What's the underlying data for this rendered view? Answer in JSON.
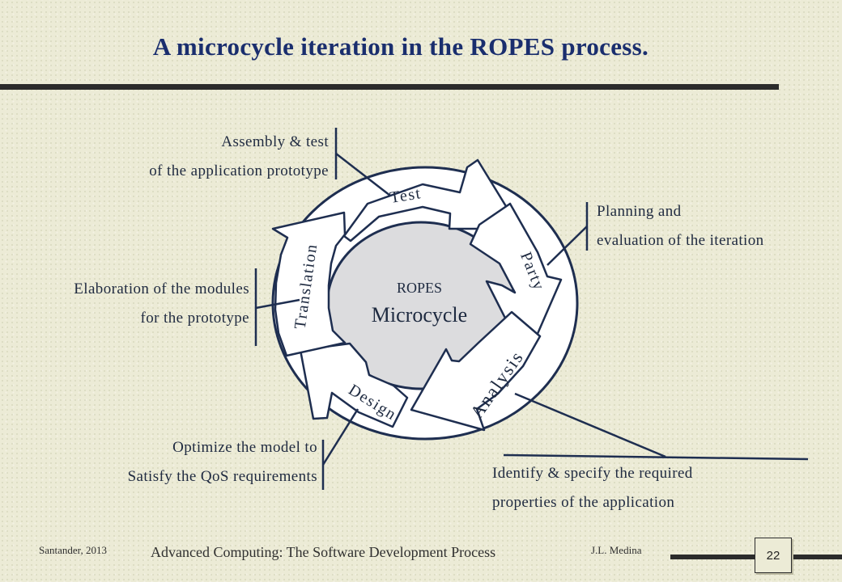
{
  "slide": {
    "title": "A microcycle  iteration in the ROPES process.",
    "page_number": "22"
  },
  "diagram": {
    "center_top": "ROPES",
    "center_main": "Microcycle",
    "phases": [
      "Test",
      "Party",
      "Analysis",
      "Design",
      "Translation"
    ]
  },
  "annotations": {
    "test": [
      "Assembly & test",
      "of the application prototype"
    ],
    "party": [
      "Planning and",
      "evaluation of the iteration"
    ],
    "translation": [
      "Elaboration of the modules",
      "for the prototype"
    ],
    "design": [
      "Optimize the model to",
      "Satisfy the QoS requirements"
    ],
    "analysis": [
      "Identify & specify the required",
      "properties of  the application"
    ]
  },
  "footer": {
    "left": "Santander, 2013",
    "center": "Advanced Computing: The Software Development Process",
    "right": "J.L. Medina"
  },
  "colors": {
    "background": "#ecebd6",
    "title": "#1a2e6e",
    "outline": "#1e2e50",
    "inner_disk": "#dcdcde"
  }
}
